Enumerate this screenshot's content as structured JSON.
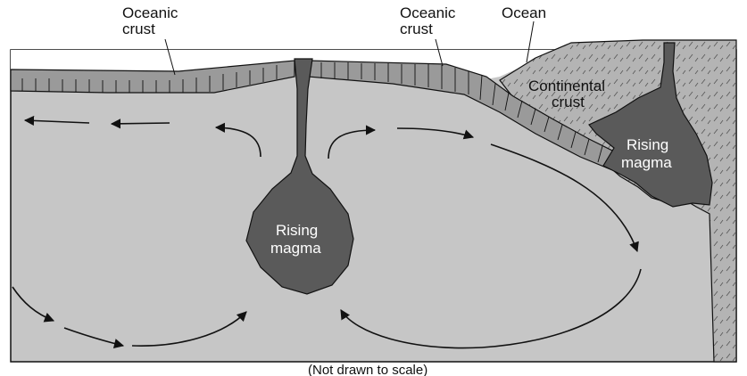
{
  "labels": {
    "oceanic_crust_left": [
      "Oceanic",
      "crust"
    ],
    "oceanic_crust_right": [
      "Oceanic",
      "crust"
    ],
    "ocean": "Ocean",
    "continental_crust": [
      "Continental",
      "crust"
    ],
    "rising_magma_center": [
      "Rising",
      "magma"
    ],
    "rising_magma_right": [
      "Rising",
      "magma"
    ],
    "scale_note": "(Not drawn to scale)"
  },
  "colors": {
    "mantle": "#c6c6c6",
    "crust": "#9a9a9a",
    "continent": "#b4b4b4",
    "magma": "#5a5a5a",
    "ocean": "#ffffff",
    "line": "#111111"
  }
}
